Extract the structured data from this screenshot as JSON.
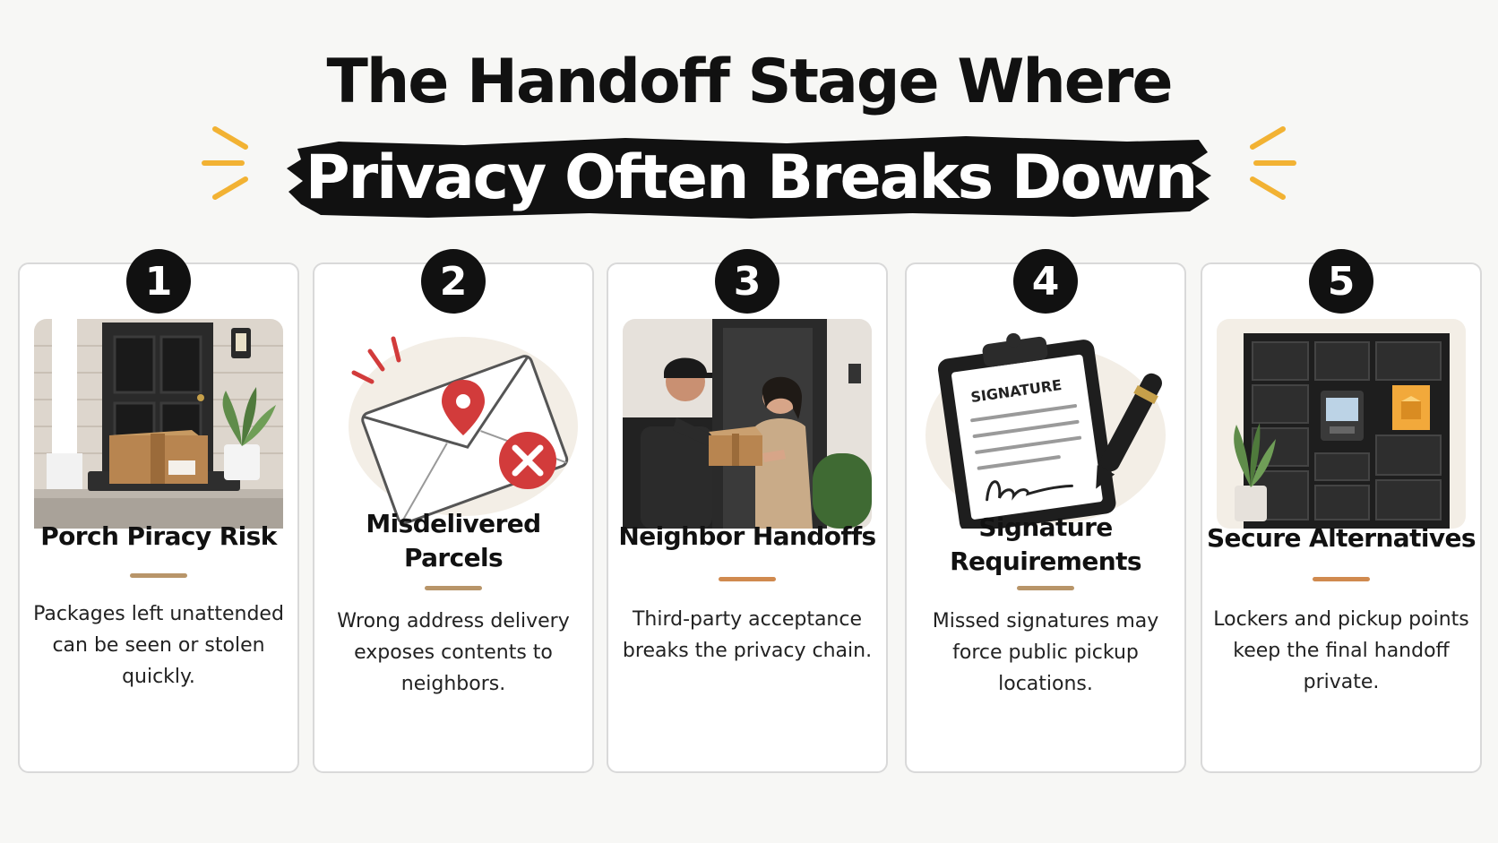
{
  "title": {
    "line1": "The Handoff Stage Where",
    "line2": "Privacy Often Breaks Down"
  },
  "colors": {
    "accent_rays": "#f2b233",
    "divider_tan": "#b89569",
    "divider_orange": "#d08a4f",
    "error_red": "#d23b3b",
    "badge": "#111111"
  },
  "steps": [
    {
      "number": "1",
      "title": "Porch Piracy Risk",
      "description": "Packages left unattended can be seen or stolen quickly.",
      "icon": "package-on-porch-icon"
    },
    {
      "number": "2",
      "title": "Misdelivered Parcels",
      "description": "Wrong address delivery exposes contents to neighbors.",
      "icon": "envelope-error-icon"
    },
    {
      "number": "3",
      "title": "Neighbor Handoffs",
      "description": "Third-party acceptance breaks the privacy chain.",
      "icon": "courier-handoff-icon"
    },
    {
      "number": "4",
      "title": "Signature Requirements",
      "description": "Missed signatures may force public pickup locations.",
      "icon": "clipboard-signature-icon",
      "clipboard_label": "SIGNATURE"
    },
    {
      "number": "5",
      "title": "Secure Alternatives",
      "description": "Lockers and pickup points keep the final handoff private.",
      "icon": "parcel-locker-icon"
    }
  ]
}
